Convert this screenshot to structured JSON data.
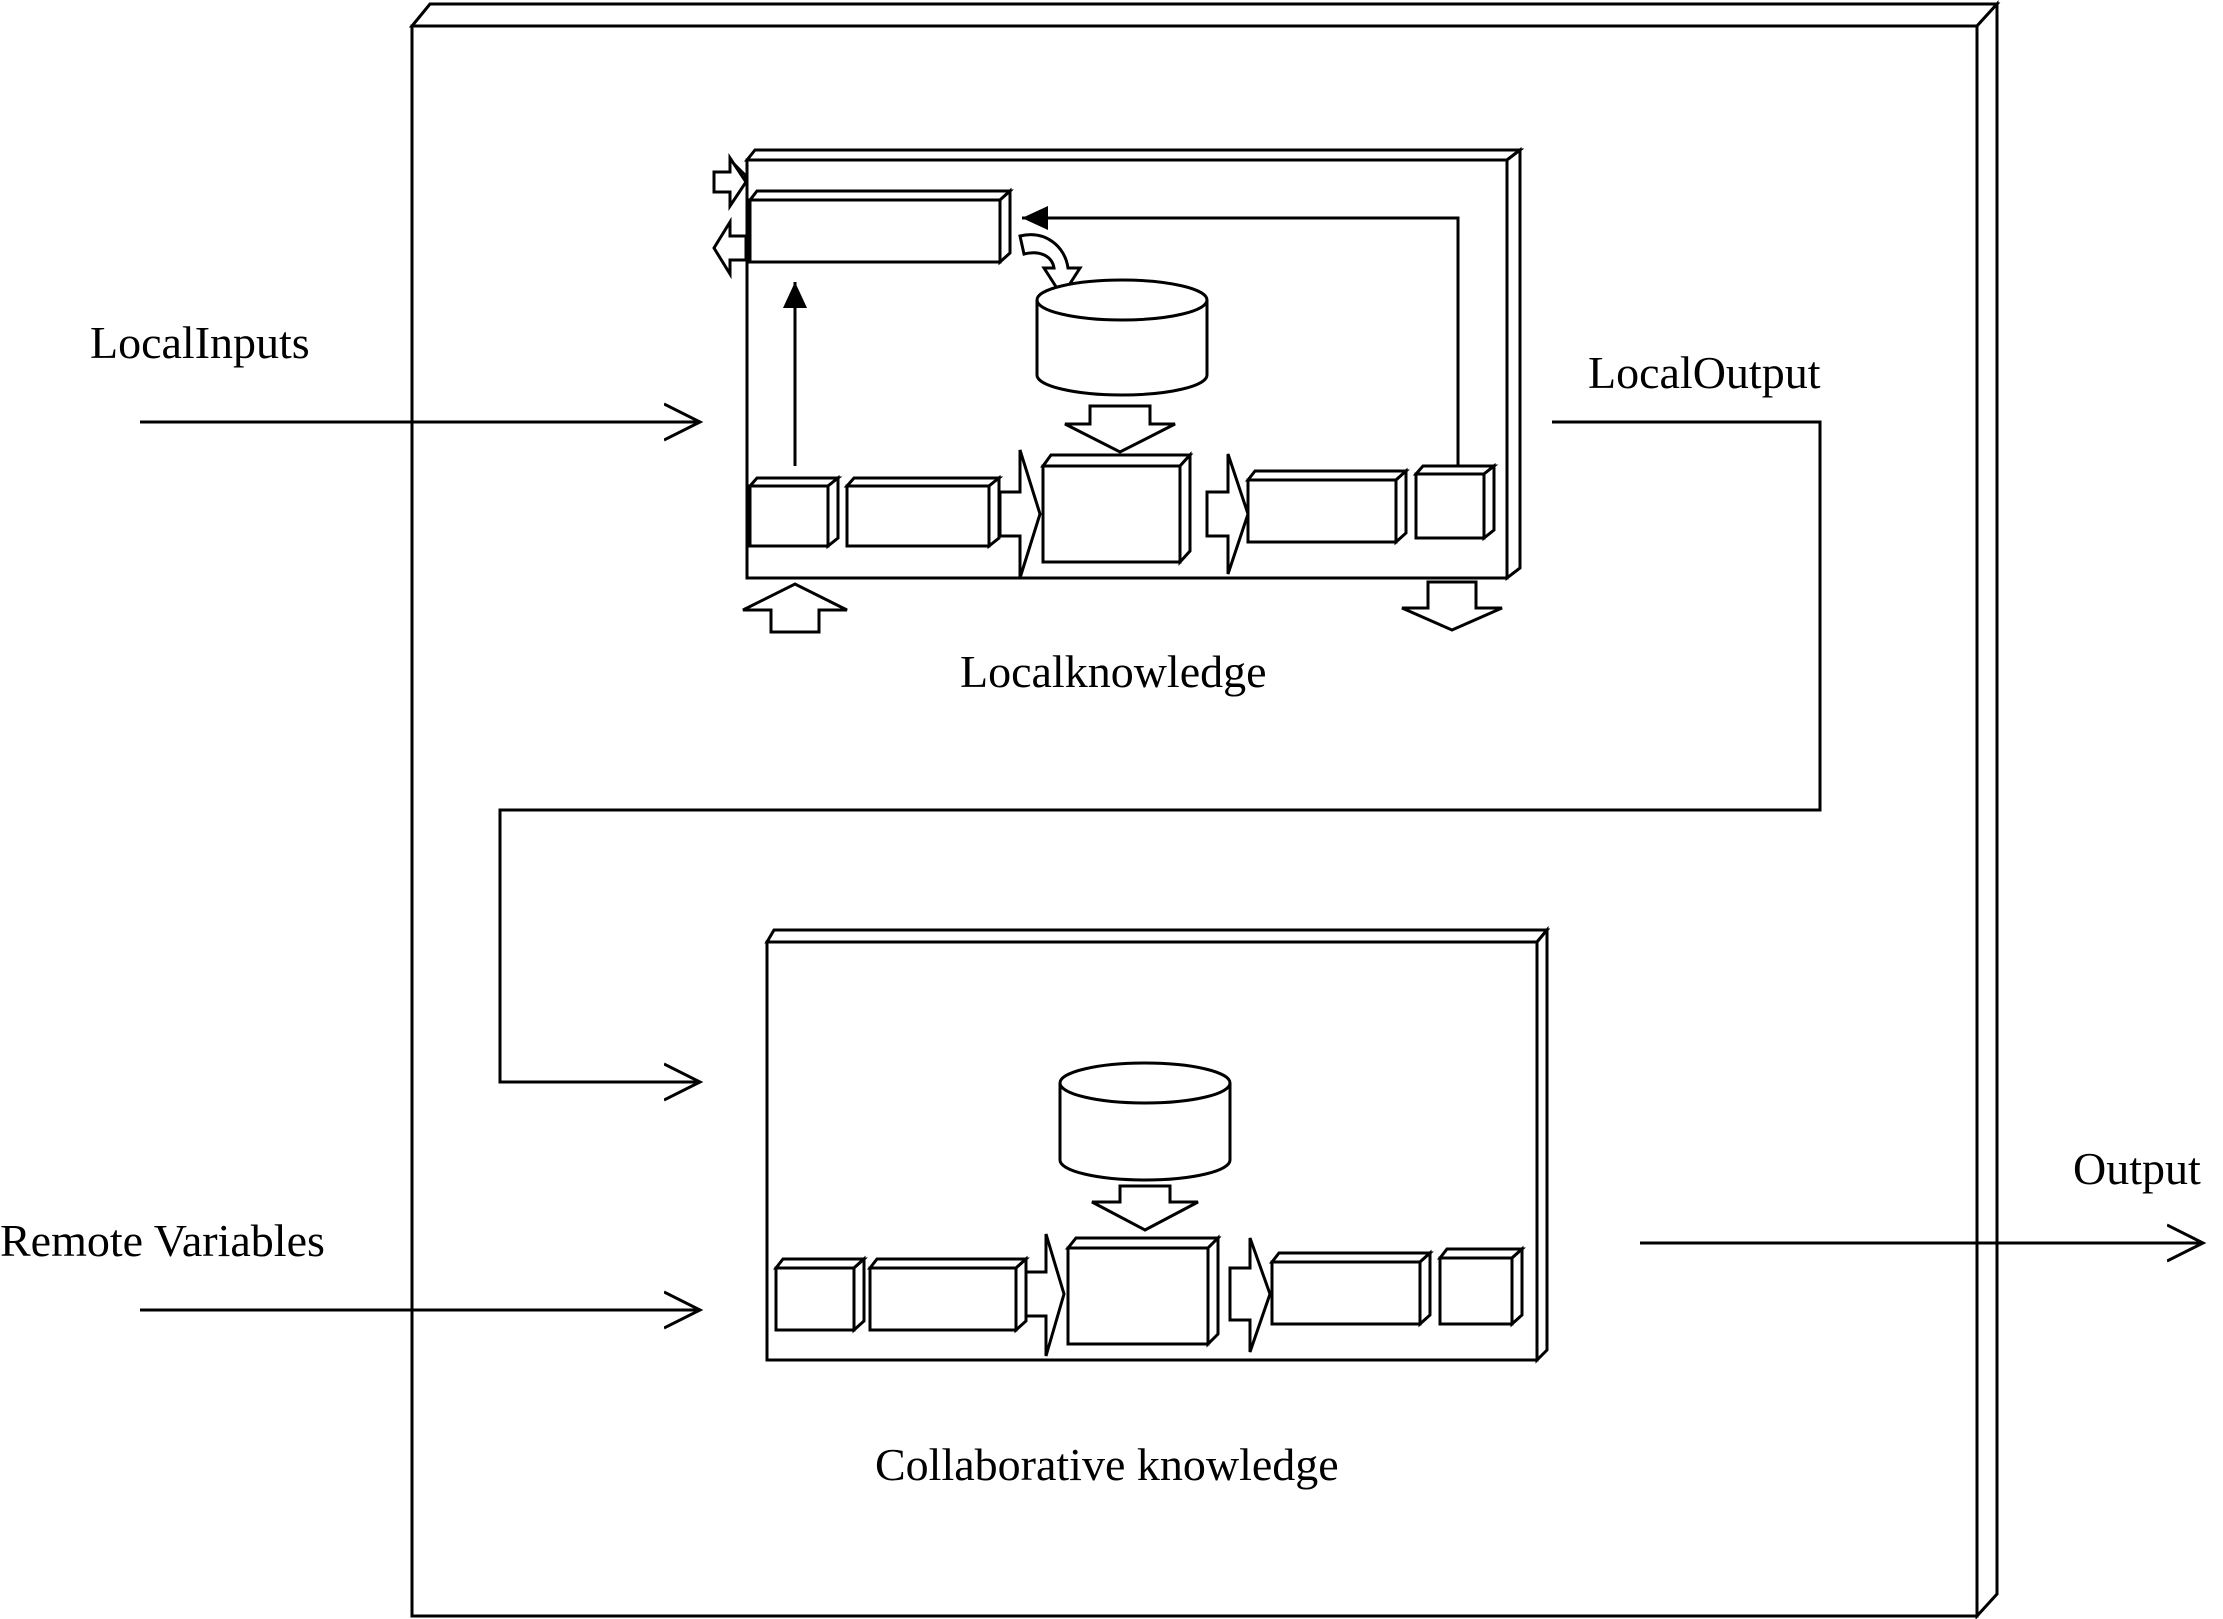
{
  "labels": {
    "local_inputs": "LocalInputs",
    "local_output": "LocalOutput",
    "local_knowledge": "Localknowledge",
    "remote_variables": "Remote Variables",
    "output": "Output",
    "collaborative_knowledge": "Collaborative knowledge"
  },
  "colors": {
    "stroke": "#000000",
    "fill": "#ffffff"
  }
}
